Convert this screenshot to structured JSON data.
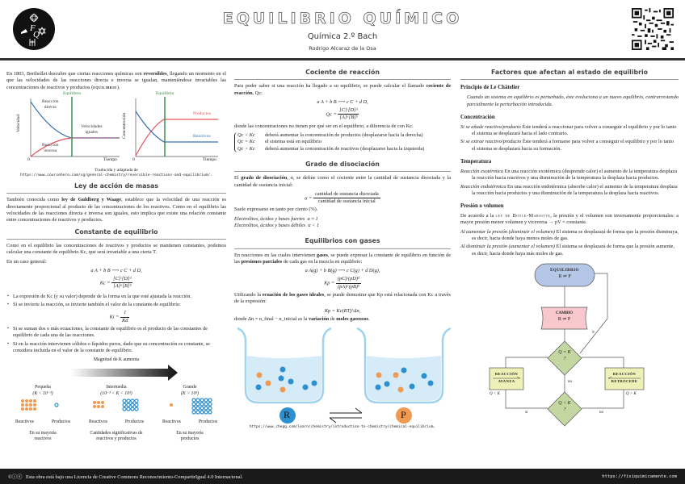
{
  "header": {
    "title": "EQUILIBRIO QUÍMICO",
    "subtitle": "Química 2.º Bach",
    "author": "Rodrigo Alcaraz de la Osa",
    "logo_text": "FQ"
  },
  "col1": {
    "intro": {
      "pre": "En 1803, Berthollet descubre que ciertas reacciones químicas son ",
      "bold": "reversibles",
      "mid": ", llegando un momento en el que las velocidades de las reacciones directa e inversa se igualan, manteniéndose invariables las concentraciones de reactivos y productos (",
      "sc": "equilibrio",
      "post": ")."
    },
    "graph_left": {
      "equilibrio": "Equilibrio",
      "ylabel": "Velocidad",
      "xlabel": "Tiempo",
      "zero": "0",
      "directa_1": "Reacción",
      "directa_2": "directa",
      "inversa_1": "Reacción",
      "inversa_2": "inversa",
      "iguales_1": "Velocidades",
      "iguales_2": "iguales"
    },
    "graph_right": {
      "equilibrio": "Equilibrio",
      "ylabel": "Concentración",
      "xlabel": "Tiempo",
      "zero": "0",
      "productos": "Productos",
      "reactivos": "Reactivos"
    },
    "credit_text": "Traducida y adaptada de",
    "credit_url": "https://www.coursehero.com/sg/general-chemistry/reversible-reactions-and-equilibrium/.",
    "masas": {
      "heading": "Ley de acción de masas",
      "pre": "También conocida como ",
      "bold": "ley de Guldberg y Waage",
      "post": ", establece que la velocidad de una reacción es directamente proporcional al producto de las concentraciones de los reactivos. Como en el equilibrio las velocidades de las reacciones directa e inversa son iguales, esto implica que existe una relación constante entre concentraciones de reactivos y productos."
    },
    "constante": {
      "heading": "Constante de equilibrio",
      "p1": "Como en el equilibrio las concentraciones de reactivos y productos se mantienen constantes, podemos calcular una constante de equilibrio Kc, que será invariable a una cierta T.",
      "p2": "En un caso general:",
      "reaction": "a A + b B ⟶ c C + d D,",
      "kc_lhs": "Kc =",
      "kc_num": "[C]ᶜ[D]ᵈ",
      "kc_den": "[A]ᵃ[B]ᵇ",
      "bullets": [
        "La expresión de Kc (y su valor) depende de la forma en la que esté ajustada la reacción.",
        "Si se invierte la reacción, se invierte también el valor de la constante de equilibrio:",
        "Si se suman dos o más ecuaciones, la constante de equilibrio es el producto de las constantes de equilibrio de cada una de las reacciones.",
        "Si en la reacción intervienen sólidos o líquidos puros, dado que su concentración es constante, se considera incluida en el valor de la constante de equilibrio."
      ],
      "ki_lhs": "Ki =",
      "ki_num": "1",
      "ki_den": "Kd"
    },
    "magnitud": {
      "label": "Magnitud de K aumenta",
      "cases": [
        {
          "name": "Pequeña",
          "range": "(K < 10⁻³)",
          "left": "Reactivos",
          "right": "Productos",
          "desc_1": "En su mayoría",
          "desc_2": "reactivos"
        },
        {
          "name": "Intermedia",
          "range": "(10⁻³ < K < 10³)",
          "left": "Reactivos",
          "right": "Productos",
          "desc_1": "Cantidades significativas de",
          "desc_2": "reactivos y productos"
        },
        {
          "name": "Grande",
          "range": "(K > 10³)",
          "left": "Reactivos",
          "right": "Productos",
          "desc_1": "En su mayoría",
          "desc_2": "productos"
        }
      ]
    }
  },
  "col2": {
    "cociente": {
      "heading": "Cociente de reacción",
      "p1_pre": "Para poder saber si una reacción ha llegado a su equilibrio, se puede calcular el llamado ",
      "p1_bold": "cociente de reacción",
      "p1_post": ", Qc:",
      "reaction": "a A + b B ⟶ c C + d D,",
      "qc_lhs": "Qc =",
      "qc_num": "[C]ᶜ[D]ᵈ",
      "qc_den": "[A]ᵃ[B]ᵇ",
      "p2": "donde las concentraciones no tienen por qué ser en el equilibrio, a diferencia de con Kc.",
      "cases": [
        {
          "cond": "Qc < Kc",
          "text": "deberá aumentar la concentración de productos (desplazarse hacia la derecha)"
        },
        {
          "cond": "Qc = Kc",
          "text": "el sistema está en equilibrio"
        },
        {
          "cond": "Qc > Kc",
          "text": "deberá aumentar la concentración de reactivos (desplazarse hacia la izquierda)"
        }
      ]
    },
    "disociacion": {
      "heading": "Grado de disociación",
      "p1_pre": "El ",
      "p1_bold": "grado de disociación",
      "p1_post": ", α, se define como el cociente entre la cantidad de sustancia disociada y la cantidad de sustancia inicial:",
      "alpha_lhs": "α =",
      "alpha_num": "cantidad de sustancia disociada",
      "alpha_den": "cantidad de sustancia inicial",
      "p2": "Suele expresarse en tanto por ciento (%).",
      "fuertes": "Electrolitos, ácidos y bases fuertes",
      "fuertes_val": "α ≈ 1",
      "debiles": "Electrolitos, ácidos y bases débiles",
      "debiles_val": "α < 1"
    },
    "gases": {
      "heading": "Equilibrios con gases",
      "p1_pre": "En reacciones en las cuales intervienen ",
      "p1_b1": "gases",
      "p1_mid": ", se puede expresar la constante de equilibrio en función de las ",
      "p1_b2": "presiones parciales",
      "p1_post": " de cada gas en la mezcla en equilibrio:",
      "reaction": "a A(g) + b B(g) ⟶ c C(g) + d D(g),",
      "kp_lhs": "Kp =",
      "kp_num": "(pC)ᶜ(pD)ᵈ",
      "kp_den": "(pA)ᵃ(pB)ᵇ",
      "p2_pre": "Utilizando la ",
      "p2_bold": "ecuación de los gases ideales",
      "p2_post": ", se puede demostrar que Kp está relacionada con Kc a través de la expresión:",
      "kp_kc": "Kp = Kc(RT)^Δn,",
      "p3_pre": "donde Δn = n_final − n_inicial es la ",
      "p3_b1": "variación",
      "p3_mid": " de ",
      "p3_b2": "moles gaseosos",
      "p3_post": ".",
      "r_label": "R",
      "p_label": "P",
      "credit_url": "https://www.chegg.com/learn/chemistry/introduction-to-chemistry/chemical-equilibrium."
    }
  },
  "col3": {
    "heading": "Factores que afectan al estado de equilibrio",
    "chatelier": {
      "title": "Principio de Le Châtelier",
      "text": "Cuando un sistema en equilibrio es perturbado, éste evoluciona a un nuevo equilibrio, contrarrestando parcialmente la perturbación introducida."
    },
    "concentracion": {
      "title": "Concentración",
      "items": [
        {
          "term": "Si se añade reactivo/producto",
          "text": " Éste tenderá a reaccionar para volver a conseguir el equilibrio y por lo tanto el sistema se desplazará hacia el lado contrario."
        },
        {
          "term": "Si se extrae reactivo/producto",
          "text": " Éste tenderá a formarse para volver a conseguir el equilibrio y por lo tanto el sistema se desplazará hacia su formación."
        }
      ]
    },
    "temperatura": {
      "title": "Temperatura",
      "items": [
        {
          "term": "Reacción exotérmica",
          "text": " En una reacción exotérmica (desprende calor) el aumento de la temperatura desplaza la reacción hacia reactivos y una disminución de la temperatura la desplaza hacia productos."
        },
        {
          "term": "Reacción endotérmica",
          "text": " En una reacción endotérmica (absorbe calor) el aumento de la temperatura desplaza la reacción hacia productos y una disminución de la temperatura la desplaza hacia reactivos."
        }
      ]
    },
    "presion": {
      "title": "Presión o volumen",
      "p_pre": "De acuerdo a la ",
      "p_sc": "ley de Boyle-Mariotte",
      "p_post": ", la presión y el volumen son inversamente proporcionales: a mayor presión menor volumen y viceversa → pV = constante.",
      "items": [
        {
          "term": "Al aumentar la presión (disminuir el volumen)",
          "text": " El sistema se desplazará de forma que la presión disminuya, es decir, hacia donde haya menos moles de gas."
        },
        {
          "term": "Al disminuir la presión (aumentar el volumen)",
          "text": " El sistema se desplazará de forma que la presión aumente, es decir, hacia donde haya más moles de gas."
        }
      ]
    },
    "flowchart": {
      "equilibrio_1": "EQUILIBRIO",
      "equilibrio_2": "R ⇌ P",
      "cambio_1": "CAMBIO",
      "cambio_2": "R ⇌ P",
      "q_eq_k": "Q = K",
      "q_lt_k": "Q < K",
      "q_mark": "?",
      "avanza_1": "REACCIÓN",
      "avanza_2": "AVANZA",
      "retrocede_1": "REACCIÓN",
      "retrocede_2": "RETROCEDE",
      "si": "sí",
      "no": "no",
      "q_less": "Q < K",
      "q_greater": "Q > K",
      "colors": {
        "equilibrio": "#b4c7e7",
        "cambio": "#f8c8cc",
        "diamond": "#c5d7a0",
        "reaccion": "#eef0b8"
      }
    }
  },
  "footer": {
    "license": "Esta obra está bajo una Licencia de Creative Commons Reconocimiento-CompartirIgual 4.0 Internacional.",
    "cc_icons": "©ⓘⓢ",
    "url": "https://fisiquimicamente.com"
  },
  "colors": {
    "blue": "#3a6fb0",
    "red": "#e8505b",
    "green": "#2e8b3a",
    "orange": "#ef9a50",
    "dot_blue": "#2b8fd0"
  }
}
